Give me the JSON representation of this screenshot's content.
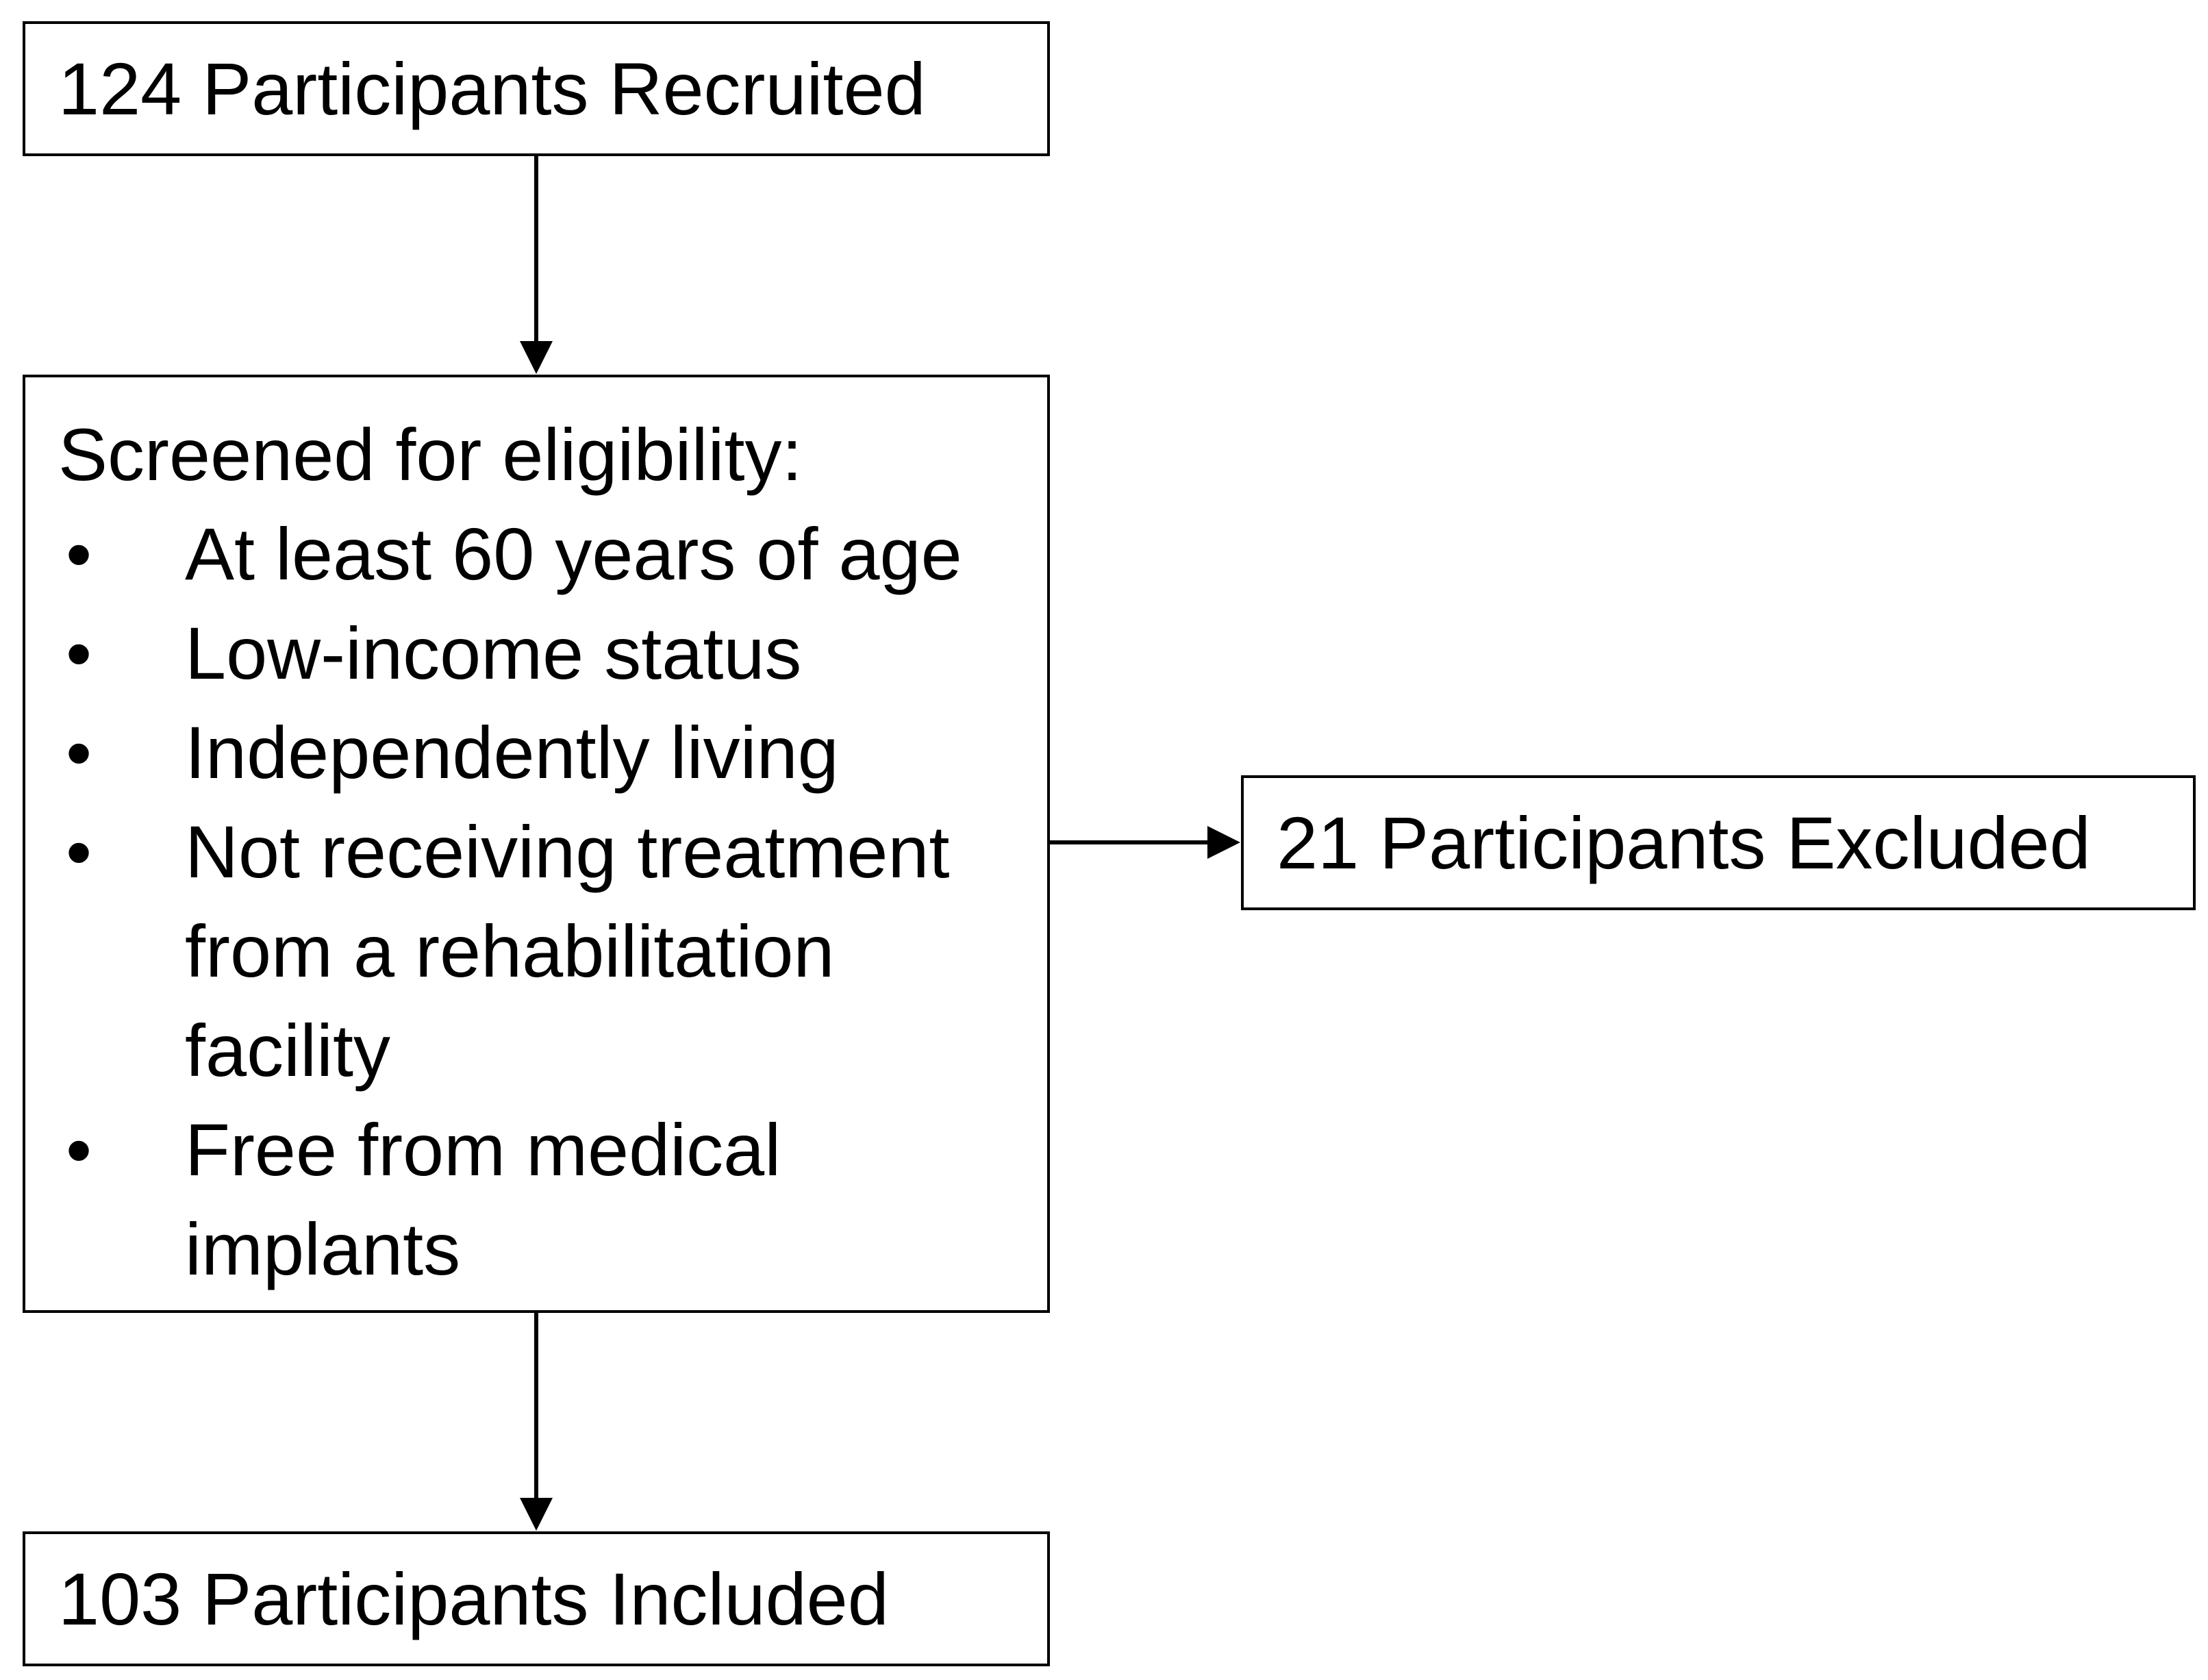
{
  "boxes": {
    "recruited": "124 Participants Recruited",
    "screening": {
      "title": "Screened for eligibility:",
      "bullet": "•",
      "criteria": [
        "At least 60 years of age",
        "Low-income status",
        "Independently living",
        "Not receiving treatment from a rehabilitation facility",
        "Free from medical implants"
      ]
    },
    "excluded": "21 Participants Excluded",
    "included": "103 Participants Included"
  },
  "colors": {
    "stroke": "#000000",
    "background": "#ffffff"
  }
}
